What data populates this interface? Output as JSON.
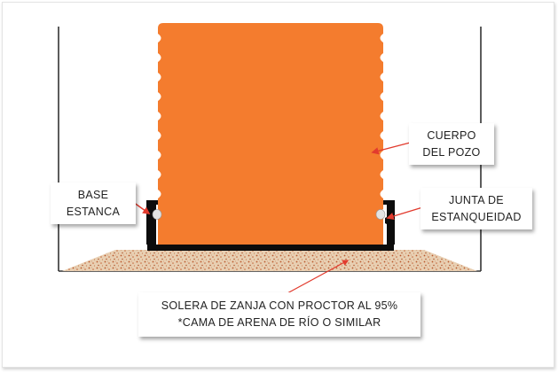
{
  "labels": {
    "cuerpo": [
      "CUERPO",
      "DEL POZO"
    ],
    "base": [
      "BASE",
      "ESTANCA"
    ],
    "junta": [
      "JUNTA DE",
      "ESTANQUEIDAD"
    ],
    "solera": [
      "SOLERA DE ZANJA CON PROCTOR AL 95%",
      "*CAMA DE ARENA DE RÍO O SIMILAR"
    ]
  },
  "colors": {
    "pipe": "#f47c2e",
    "base": "#0c0c0c",
    "gasket": "#e3e3e3",
    "sand": "#e6c9a8",
    "sand_dots": "#b3542a",
    "arrow": "#e23b2e",
    "trench": "#333333"
  }
}
